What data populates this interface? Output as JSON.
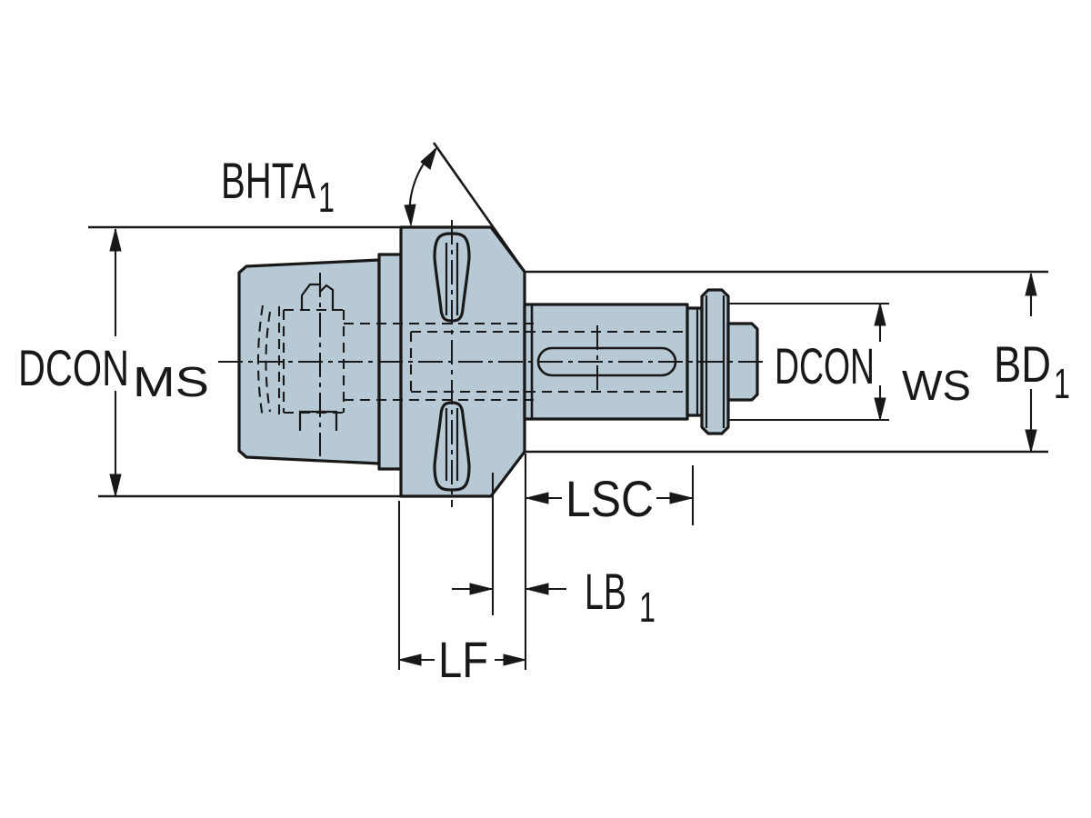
{
  "figure": {
    "background": "#ffffff",
    "line_color": "#181818",
    "part_fill": "#b7c9d4",
    "dimensions": {
      "bhta1": {
        "label": "BHTA",
        "subscript": "1"
      },
      "dcon_ms": {
        "label": "DCON",
        "subscript": "MS"
      },
      "dcon_ws": {
        "label": "DCON",
        "subscript": "WS"
      },
      "bd1": {
        "label": "BD",
        "subscript": "1"
      },
      "lsc": {
        "label": "LSC"
      },
      "lb1": {
        "label": "LB",
        "subscript": "1"
      },
      "lf": {
        "label": "LF"
      }
    }
  }
}
